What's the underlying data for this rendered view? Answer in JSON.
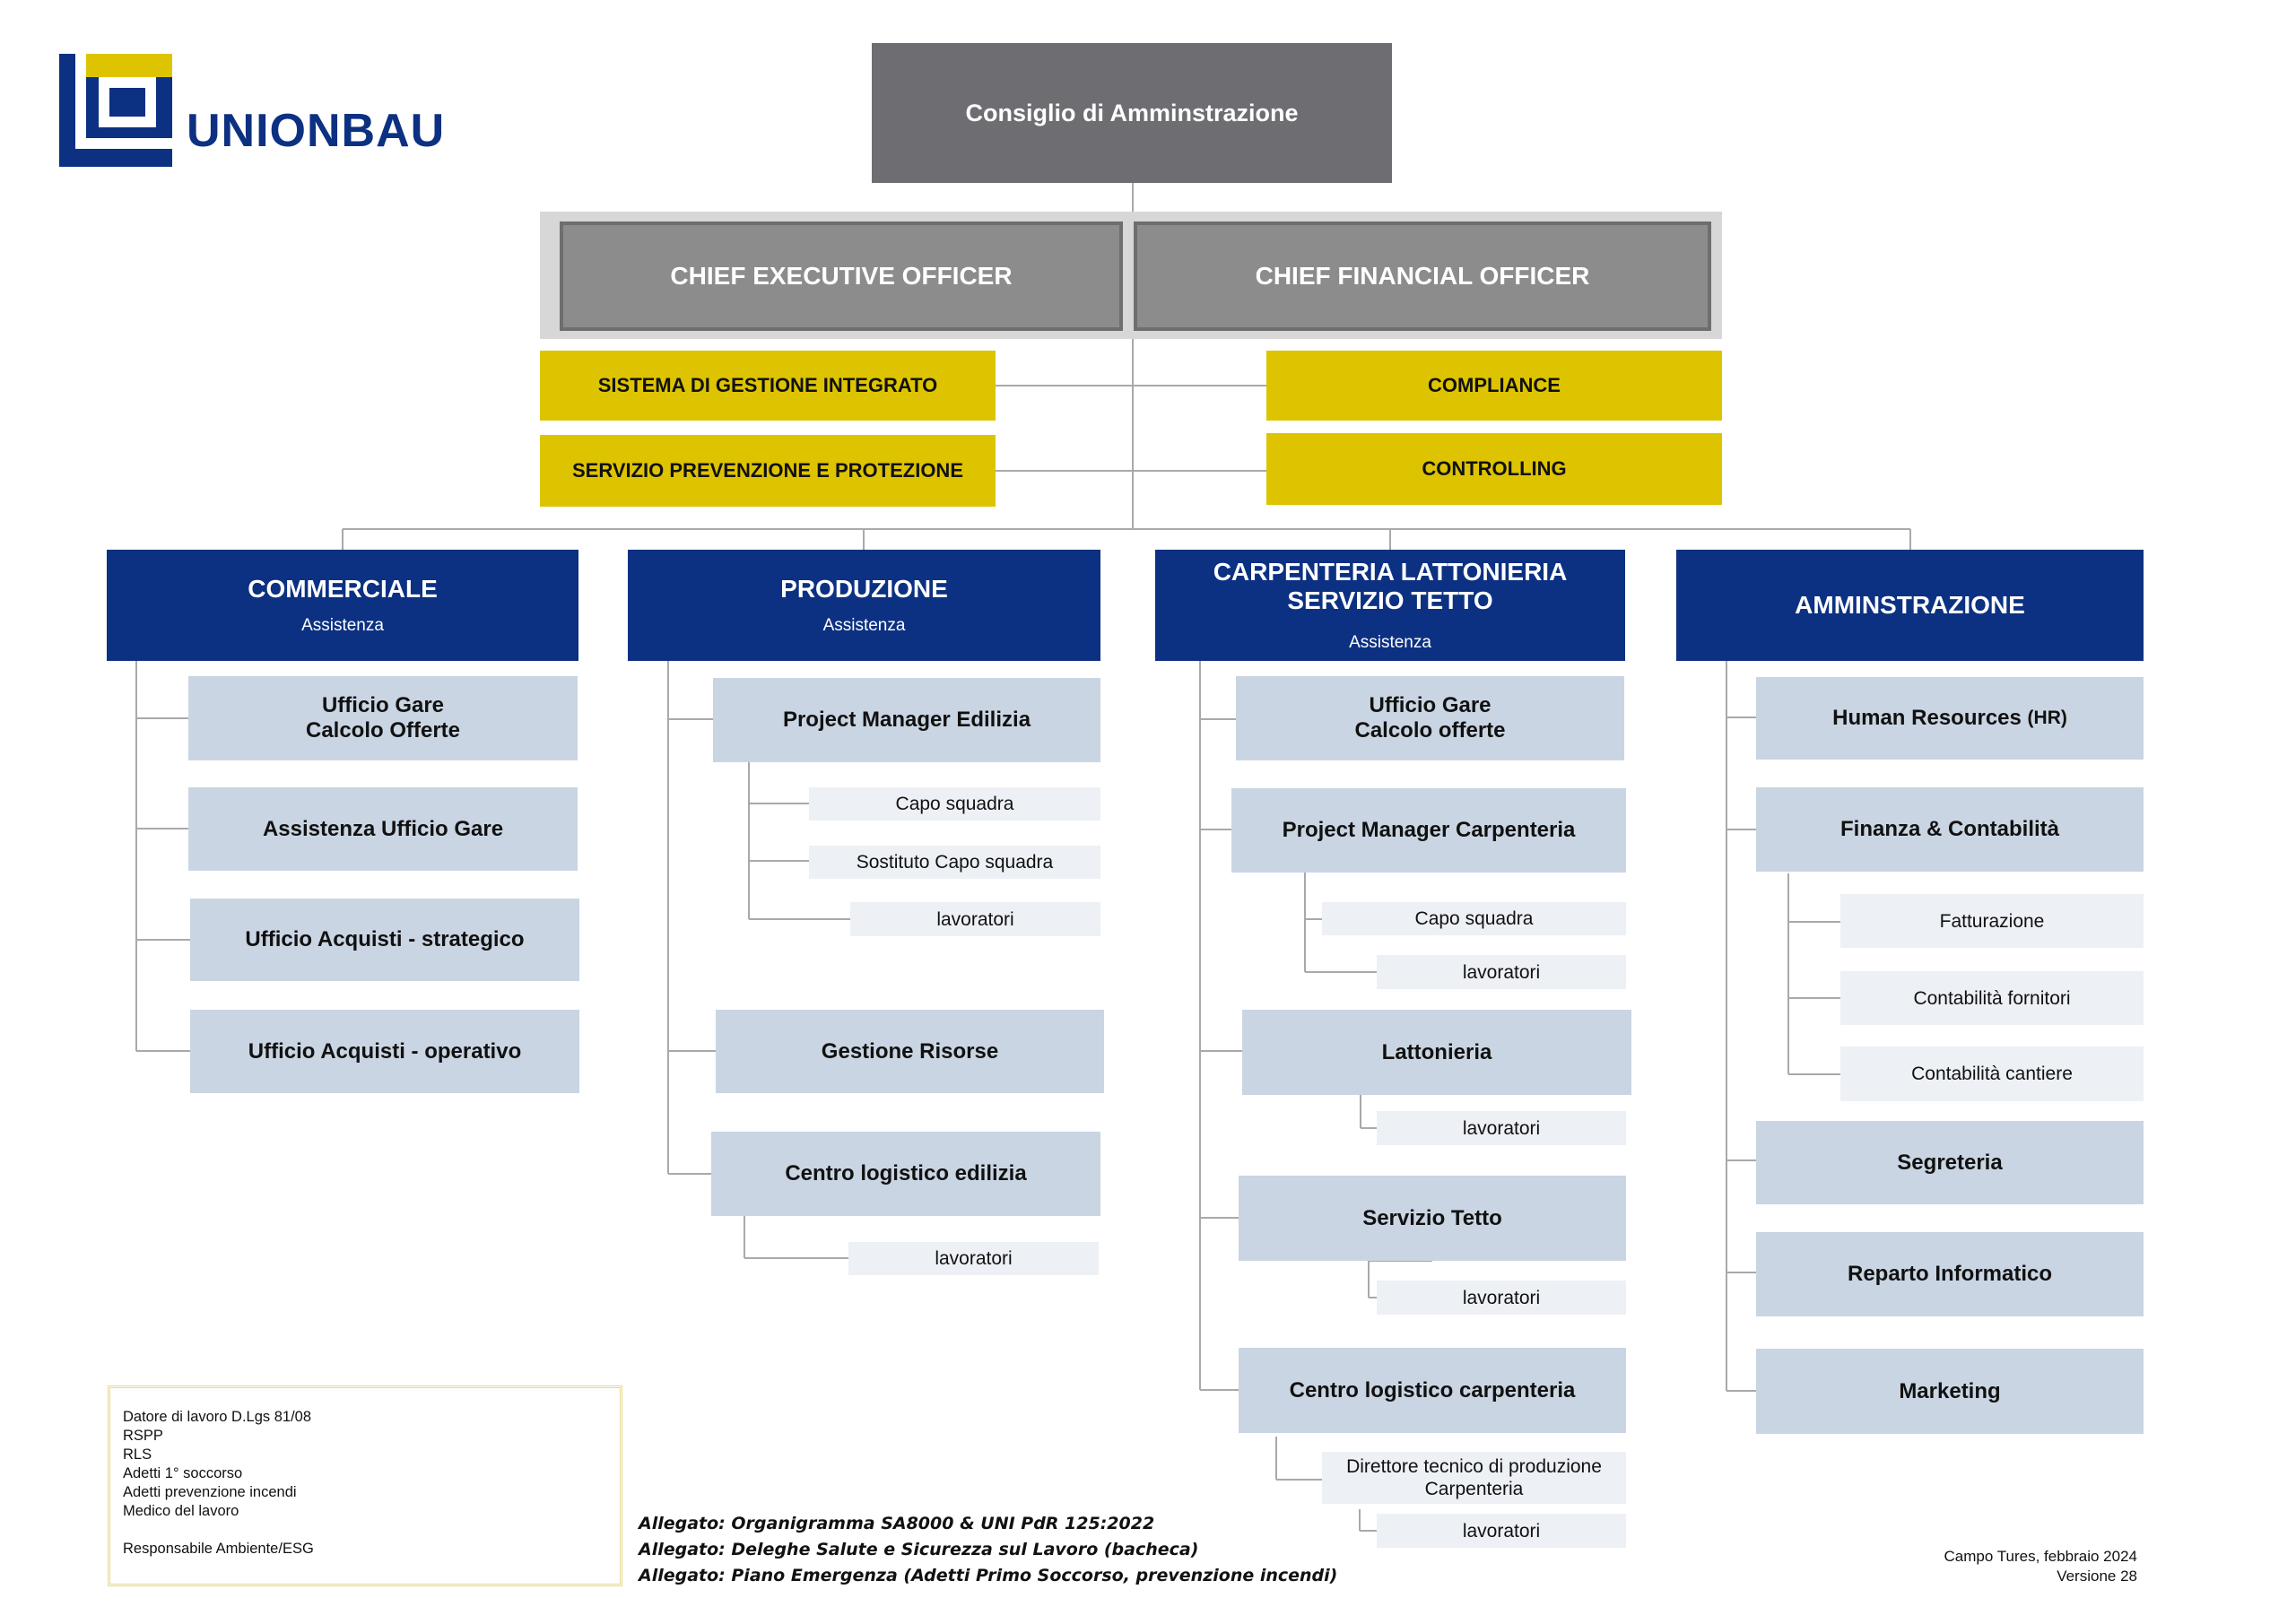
{
  "logo": {
    "text": "UNIONBAU",
    "colors": {
      "blue": "#0c3182",
      "yellow": "#dec400"
    }
  },
  "board": {
    "label": "Consiglio di Amminstrazione"
  },
  "executives": {
    "ceo": "CHIEF EXECUTIVE OFFICER",
    "cfo": "CHIEF FINANCIAL OFFICER"
  },
  "staff": {
    "sgi": "SISTEMA DI GESTIONE INTEGRATO",
    "spp": "SERVIZIO PREVENZIONE E PROTEZIONE",
    "compliance": "COMPLIANCE",
    "controlling": "CONTROLLING"
  },
  "departments": {
    "commerciale": {
      "title": "COMMERCIALE",
      "subtitle": "Assistenza",
      "units": [
        "Ufficio Gare\nCalcolo Offerte",
        "Assistenza Ufficio Gare",
        "Ufficio Acquisti - strategico",
        "Ufficio Acquisti - operativo"
      ]
    },
    "produzione": {
      "title": "PRODUZIONE",
      "subtitle": "Assistenza",
      "pm_edilizia": "Project Manager Edilizia",
      "pm_subs": [
        "Capo squadra",
        "Sostituto Capo squadra",
        "lavoratori"
      ],
      "gestione_risorse": "Gestione Risorse",
      "centro_logistico": "Centro logistico edilizia",
      "centro_logistico_sub": "lavoratori"
    },
    "carpenteria": {
      "title": "CARPENTERIA LATTONIERIA\nSERVIZIO TETTO",
      "subtitle": "Assistenza",
      "ufficio_gare": "Ufficio Gare\nCalcolo offerte",
      "pm": "Project Manager Carpenteria",
      "pm_subs": [
        "Capo squadra",
        "lavoratori"
      ],
      "lattonieria": "Lattonieria",
      "lattonieria_sub": "lavoratori",
      "servizio_tetto": "Servizio Tetto",
      "servizio_tetto_sub": "lavoratori",
      "centro_logistico": "Centro logistico carpenteria",
      "centro_logistico_subs": [
        "Direttore tecnico di produzione\nCarpenteria",
        "lavoratori"
      ]
    },
    "amministrazione": {
      "title": "AMMINSTRAZIONE",
      "hr": "Human Resources",
      "hr_suffix": "(HR)",
      "finanza": "Finanza & Contabilità",
      "finanza_subs": [
        "Fatturazione",
        "Contabilità fornitori",
        "Contabilità cantiere"
      ],
      "segreteria": "Segreteria",
      "reparto_informatico": "Reparto Informatico",
      "marketing": "Marketing"
    }
  },
  "legend": {
    "lines": [
      "Datore di lavoro D.Lgs 81/08",
      "RSPP",
      "RLS",
      "Adetti 1° soccorso",
      "Adetti prevenzione incendi",
      "Medico del lavoro"
    ],
    "last": "Responsabile Ambiente/ESG"
  },
  "attachments": [
    "Allegato: Organigramma SA8000 & UNI PdR 125:2022",
    "Allegato: Deleghe Salute e Sicurezza sul Lavoro (bacheca)",
    "Allegato: Piano Emergenza (Adetti Primo Soccorso, prevenzione incendi)"
  ],
  "footer": {
    "place_date": "Campo Tures, febbraio 2024",
    "version": "Versione 28"
  }
}
